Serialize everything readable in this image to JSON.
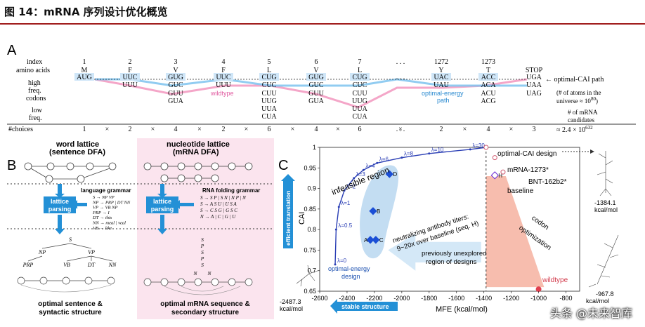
{
  "title": "图 14：mRNA 序列设计优化概览",
  "watermark": "头条 @未来智库",
  "panel_a": {
    "letter": "A",
    "row_index": "index",
    "row_amino": "amino acids",
    "row_high": "high",
    "row_freq": "freq.",
    "row_codons": "codons",
    "row_low": "low",
    "row_freq2": "freq.",
    "row_choices": "#choices",
    "ellipsis": ". . .",
    "columns": [
      {
        "idx": "1",
        "aa": "M",
        "codons": [
          "AUG"
        ],
        "choices": "1"
      },
      {
        "idx": "2",
        "aa": "F",
        "codons": [
          "UUC",
          "UUU"
        ],
        "choices": "2"
      },
      {
        "idx": "3",
        "aa": "V",
        "codons": [
          "GUG",
          "GUC",
          "GUU",
          "GUA"
        ],
        "choices": "4"
      },
      {
        "idx": "4",
        "aa": "F",
        "codons": [
          "UUC",
          "UUU"
        ],
        "choices": "2"
      },
      {
        "idx": "5",
        "aa": "L",
        "codons": [
          "CUG",
          "CUC",
          "CUU",
          "UUG",
          "UUA",
          "CUA"
        ],
        "choices": "6"
      },
      {
        "idx": "6",
        "aa": "V",
        "codons": [
          "GUG",
          "GUC",
          "GUU",
          "GUA"
        ],
        "choices": "4"
      },
      {
        "idx": "7",
        "aa": "L",
        "codons": [
          "CUG",
          "CUC",
          "CUU",
          "UUG",
          "UUA",
          "CUA"
        ],
        "choices": "6"
      },
      {
        "idx": "1272",
        "aa": "Y",
        "codons": [
          "UAC",
          "UAU"
        ],
        "choices": "2"
      },
      {
        "idx": "1273",
        "aa": "T",
        "codons": [
          "ACC",
          "ACA",
          "ACU",
          "ACG"
        ],
        "choices": "4"
      },
      {
        "idx": "",
        "aa": "STOP",
        "codons": [
          "UGA",
          "UAA",
          "UAG"
        ],
        "choices": "3"
      }
    ],
    "times": "×",
    "approx_candidates": "≈ 2.4 × 10",
    "candidates_exp": "632",
    "path_cai": "← optimal-CAI path",
    "atoms_note_1": "(# of atoms in the",
    "atoms_note_2": "universe ≈ 10",
    "atoms_exp": "80",
    "atoms_close": ")",
    "mrna_cand_1": "# of mRNA",
    "mrna_cand_2": "candidates",
    "wildtype": "wildtype",
    "opt_energy_1": "optimal-energy",
    "opt_energy_2": "path"
  },
  "panel_b": {
    "letter": "B",
    "word_lattice_1": "word lattice",
    "word_lattice_2": "(sentence DFA)",
    "nuc_lattice_1": "nucleotide lattice",
    "nuc_lattice_2": "(mRNA DFA)",
    "lang_grammar": "language grammar",
    "lang_rules": [
      "S → NP VP",
      "NP → PRP | DT NN",
      "VP → VB NP",
      "PRP → I",
      "DT → this",
      "NN → meal | veal",
      "VB → like"
    ],
    "rna_grammar": "RNA folding grammar",
    "rna_rules": [
      "S → S P | S N | N P | N",
      "S → A S U | U S A",
      "S → C S G | G S C",
      "N → A | C | G | U"
    ],
    "lattice_parsing_1": "lattice",
    "lattice_parsing_2": "parsing",
    "tree_labels": [
      "S",
      "NP",
      "VP",
      "PRP",
      "VB",
      "DT",
      "NN"
    ],
    "rna_tree_labels": [
      "S",
      "P",
      "S",
      "P",
      "S",
      "N",
      "N"
    ],
    "bottom_left_1": "optimal sentence &",
    "bottom_left_2": "syntactic structure",
    "bottom_right_1": "optimal mRNA sequence &",
    "bottom_right_2": "secondary structure"
  },
  "panel_c": {
    "letter": "C",
    "xlabel": "MFE (kcal/mol)",
    "ylabel": "CAI",
    "x_ticks": [
      "-2600",
      "-2400",
      "-2200",
      "-2000",
      "-1800",
      "-1600",
      "-1400",
      "-1200",
      "-1000",
      "-800"
    ],
    "y_ticks": [
      "0.65",
      "0.7",
      "0.75",
      "0.8",
      "0.85",
      "0.9",
      "0.95",
      "1"
    ],
    "infeasible": "infeasible region",
    "efficient": "efficient translation",
    "stable": "stable structure",
    "optimal_cai_design": "optimal-CAI design",
    "optimal_energy_1": "optimal-energy",
    "optimal_energy_2": "design",
    "neutralizing_1": "neutralizing antibody titers:",
    "neutralizing_2": "9~20x over baseline (seq. H)",
    "unexplored_1": "previously unexplored",
    "unexplored_2": "region of designs",
    "codon_opt_1": "codon",
    "codon_opt_2": "optimization",
    "wildtype": "wildtype",
    "mrna1273": "mRNA-1273*",
    "bnt": "BNT-162b2*",
    "baseline": "baseline",
    "left_energy_1": "-2487.3",
    "left_energy_2": "kcal/mol",
    "right_energy_top_1": "-1384.1",
    "right_energy_top_2": "kcal/mol",
    "right_energy_bot_1": "-967.8",
    "right_energy_bot_2": "kcal/mol",
    "lambda_labels": [
      "λ=0",
      "λ=0.5",
      "λ=1",
      "λ=2",
      "λ=3",
      "λ=4",
      "λ=6",
      "λ=8",
      "λ=10",
      "λ=30"
    ],
    "point_labels": [
      "A",
      "B",
      "C",
      "D",
      "H"
    ]
  },
  "chart_data": {
    "type": "scatter",
    "xlabel": "MFE (kcal/mol)",
    "ylabel": "CAI",
    "xlim": [
      -2600,
      -700
    ],
    "ylim": [
      0.65,
      1.0
    ],
    "series": [
      {
        "name": "",
        "points": [
          {
            "label": "A",
            "x": -2230,
            "y": 0.775
          },
          {
            "label": "B",
            "x": -2210,
            "y": 0.845
          },
          {
            "label": "C",
            "x": -2190,
            "y": 0.775
          },
          {
            "label": "D",
            "x": -2090,
            "y": 0.935
          },
          {
            "label": "H",
            "x": -1320,
            "y": 0.932
          }
        ]
      },
      {
        "name": "lambda-curve",
        "points": [
          {
            "label": "λ=0",
            "x": -2487,
            "y": 0.715
          },
          {
            "label": "λ=0.5",
            "x": -2480,
            "y": 0.8
          },
          {
            "label": "λ=1",
            "x": -2460,
            "y": 0.855
          },
          {
            "label": "λ=2",
            "x": -2420,
            "y": 0.895
          },
          {
            "label": "λ=3",
            "x": -2350,
            "y": 0.925
          },
          {
            "label": "λ=4",
            "x": -2280,
            "y": 0.945
          },
          {
            "label": "λ=6",
            "x": -2180,
            "y": 0.962
          },
          {
            "label": "λ=8",
            "x": -2000,
            "y": 0.975
          },
          {
            "label": "λ=10",
            "x": -1800,
            "y": 0.985
          },
          {
            "label": "λ=30",
            "x": -1500,
            "y": 0.995
          }
        ]
      },
      {
        "name": "other",
        "points": [
          {
            "label": "mRNA-1273*",
            "x": -1320,
            "y": 0.975
          },
          {
            "label": "BNT-162b2*",
            "x": -1260,
            "y": 0.94
          },
          {
            "label": "wildtype",
            "x": -1000,
            "y": 0.655
          },
          {
            "label": "optimal-CAI design",
            "x": -1384,
            "y": 1.0
          }
        ]
      }
    ]
  }
}
